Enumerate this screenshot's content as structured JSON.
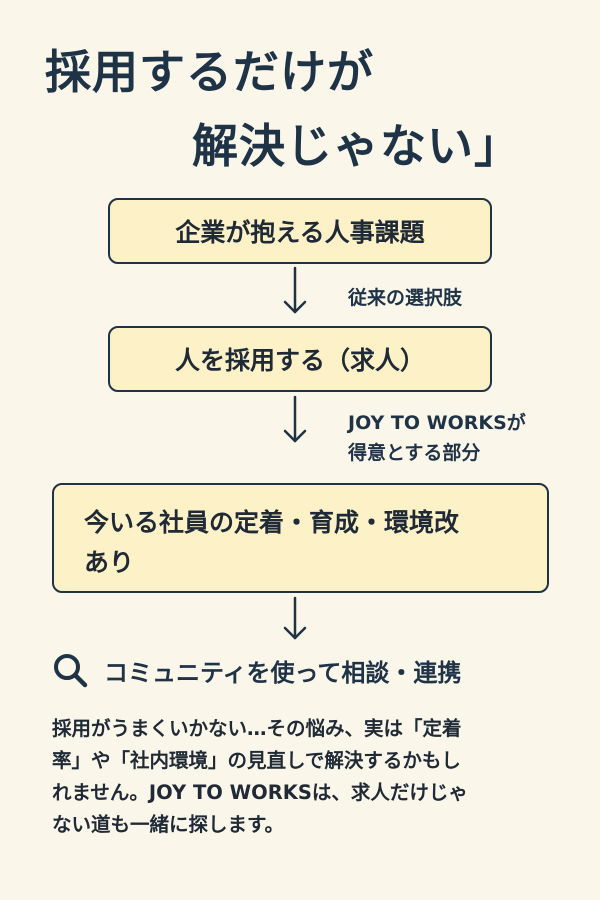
{
  "title": {
    "line1": "採用するだけが",
    "line2": "解決じゃない」"
  },
  "flow": {
    "box1": "企業が抱える人事課題",
    "label1": "従来の選択肢",
    "box2": "人を採用する（求人）",
    "label2_line1": "JOY TO WORKSが",
    "label2_line2": "得意とする部分",
    "box3_line1": "今いる社員の定着・育成・環境改",
    "box3_line2": "あり"
  },
  "community": {
    "icon": "search-icon",
    "text": "コミュニティを使って相談・連携"
  },
  "body": {
    "line1": "採用がうまくいかない…その悩み、実は「定着",
    "line2": "率」や「社内環境」の見直しで解決するかもし",
    "line3": "れません。JOY TO WORKSは、求人だけじゃ",
    "line4": "ない道も一緒に探します。"
  },
  "colors": {
    "background": "#fbf6ea",
    "box_fill": "#fdf1c8",
    "text_navy": "#1f3347"
  }
}
